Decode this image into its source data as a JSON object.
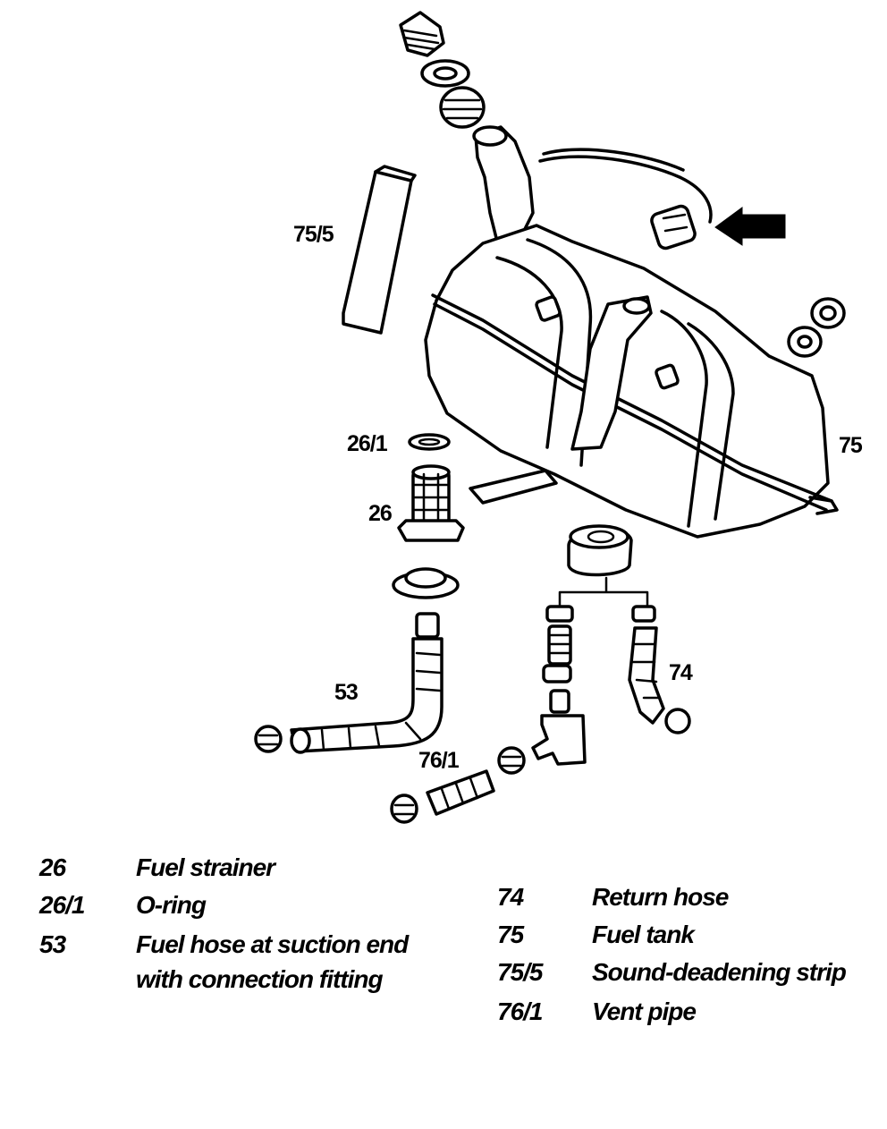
{
  "callouts": {
    "c75_5": "75/5",
    "c75": "75",
    "c26_1": "26/1",
    "c26": "26",
    "c53": "53",
    "c74": "74",
    "c76_1": "76/1"
  },
  "legend": {
    "left": [
      {
        "num": "26",
        "desc": "Fuel strainer"
      },
      {
        "num": "26/1",
        "desc": "O-ring"
      },
      {
        "num": "53",
        "desc": "Fuel hose at suction end",
        "desc2": "with connection fitting"
      }
    ],
    "right": [
      {
        "num": "74",
        "desc": "Return hose"
      },
      {
        "num": "75",
        "desc": "Fuel tank"
      },
      {
        "num": "75/5",
        "desc": "Sound-deadening strip"
      },
      {
        "num": "76/1",
        "desc": "Vent pipe"
      }
    ]
  },
  "colors": {
    "line": "#000000",
    "background": "#ffffff"
  }
}
